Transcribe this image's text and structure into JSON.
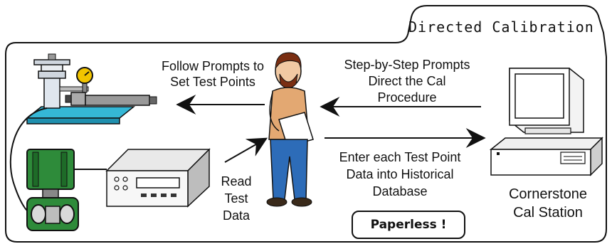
{
  "title": "Directed Calibration",
  "labels": {
    "follow_prompts": [
      "Follow Prompts to",
      "Set Test Points"
    ],
    "step_prompts": [
      "Step-by-Step Prompts",
      "Direct the Cal",
      "Procedure"
    ],
    "enter_data": [
      "Enter each Test Point",
      "Data into Historical",
      "Database"
    ],
    "read_data": [
      "Read",
      "Test",
      "Data"
    ],
    "station": [
      "Cornerstone",
      "Cal Station"
    ],
    "paperless": "Paperless !"
  },
  "colors": {
    "outline": "#111111",
    "table_blue": "#35b7d6",
    "transmitter_green": "#2e8b3a",
    "gauge_yellow": "#f2c400",
    "shirt_tan": "#e3a872",
    "jeans_blue": "#2d6cb8",
    "hair_brown": "#7a2e12"
  },
  "icons": [
    "pressure-tester-icon",
    "transmitter-icon",
    "multimeter-icon",
    "technician-icon",
    "computer-icon"
  ]
}
